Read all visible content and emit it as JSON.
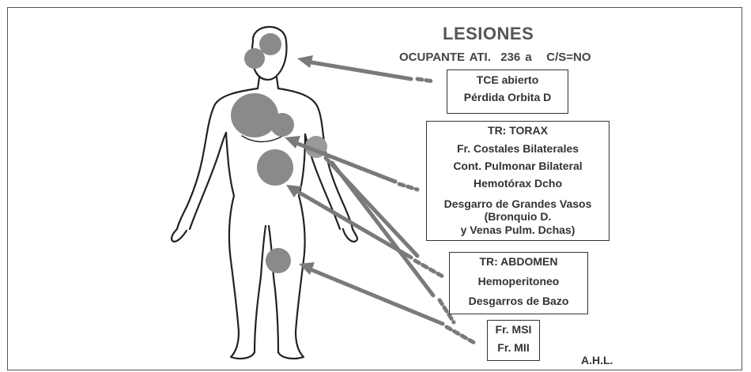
{
  "title": "LESIONES",
  "subtitle": "OCUPANTE ATI.  236 a   C/S=NO",
  "author": "A.H.L.",
  "boxes": {
    "head": {
      "lines": [
        "TCE abierto",
        "Pérdida Orbita D"
      ]
    },
    "thorax": {
      "header": "TR: TORAX",
      "lines": [
        "Fr. Costales Bilaterales",
        "Cont. Pulmonar Bilateral",
        "Hemotórax Dcho",
        "Desgarro de Grandes Vasos",
        "(Bronquio D.",
        "y Venas Pulm. Dchas)"
      ]
    },
    "abdomen": {
      "header": "TR: ABDOMEN",
      "lines": [
        "Hemoperitoneo",
        "Desgarros de Bazo"
      ]
    },
    "limbs": {
      "lines": [
        "Fr. MSI",
        "Fr. MII"
      ]
    }
  },
  "colors": {
    "lesion": "#8a8a8a",
    "arrow": "#7a7a7a",
    "outline": "#222222"
  }
}
